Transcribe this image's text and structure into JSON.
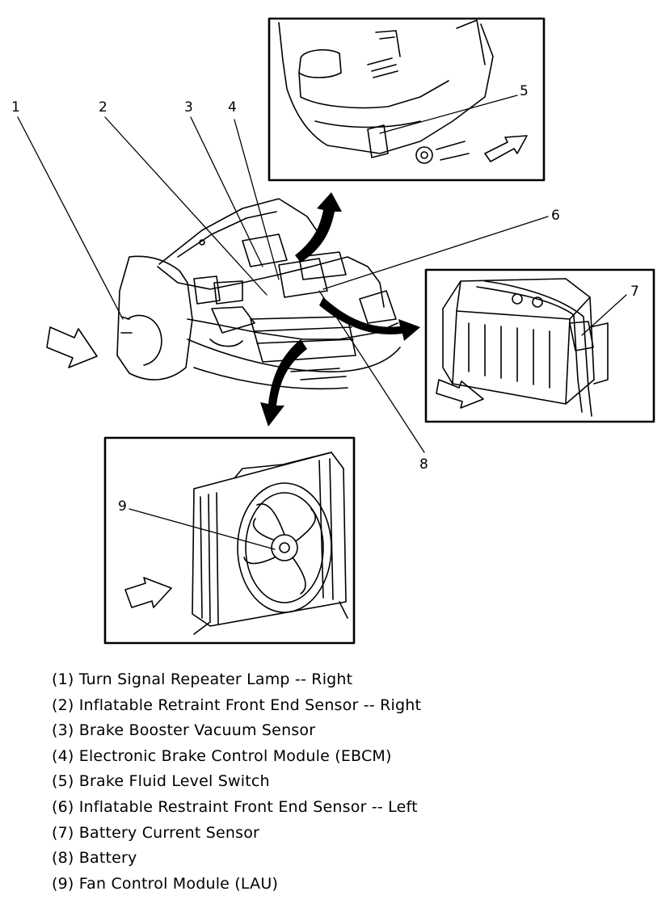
{
  "callouts": {
    "c1": "1",
    "c2": "2",
    "c3": "3",
    "c4": "4",
    "c5": "5",
    "c6": "6",
    "c7": "7",
    "c8": "8",
    "c9": "9"
  },
  "legend": [
    "(1) Turn Signal Repeater Lamp -- Right",
    "(2) Inflatable Retraint Front End Sensor -- Right",
    "(3) Brake Booster Vacuum Sensor",
    "(4) Electronic Brake Control Module (EBCM)",
    "(5) Brake Fluid Level Switch",
    "(6) Inflatable Restraint Front End Sensor -- Left",
    "(7) Battery Current Sensor",
    "(8) Battery",
    "(9) Fan Control Module (LAU)"
  ]
}
